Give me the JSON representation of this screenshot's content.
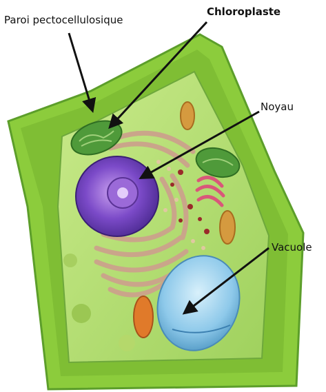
{
  "labels": {
    "wall": "Paroi pectocellulosique",
    "chloroplast": "Chloroplaste",
    "nucleus": "Noyau",
    "vacuole": "Vacuole"
  },
  "colors": {
    "wall": "#8ccc3c",
    "wall_dark": "#5c9e2a",
    "cytoplasm": "#b6df74",
    "nucleus": "#7b4ac8",
    "vacuole": "#8ec9ea",
    "er": "#caa58a",
    "golgi": "#d9577a",
    "mitochondria": "#d59a3f",
    "chloroplast": "#4f9a3a"
  }
}
